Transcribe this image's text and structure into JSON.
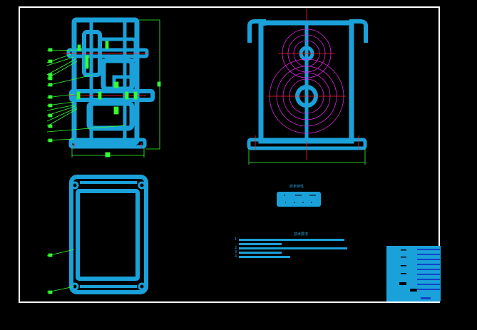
{
  "drawing": {
    "colors": {
      "background": "#000000",
      "frame": "#ffffff",
      "outline": "#1ba1d9",
      "dimension": "#33ff33",
      "centerline": "#ff2222",
      "pitch_circle": "#dd22dd"
    },
    "views": [
      "side-section-view",
      "front-view",
      "top-view"
    ],
    "tables": {
      "characteristics_title": "技术特性",
      "requirements_title": "技术要求",
      "requirement_numbers": [
        "1",
        "2",
        "3",
        "4"
      ]
    }
  }
}
